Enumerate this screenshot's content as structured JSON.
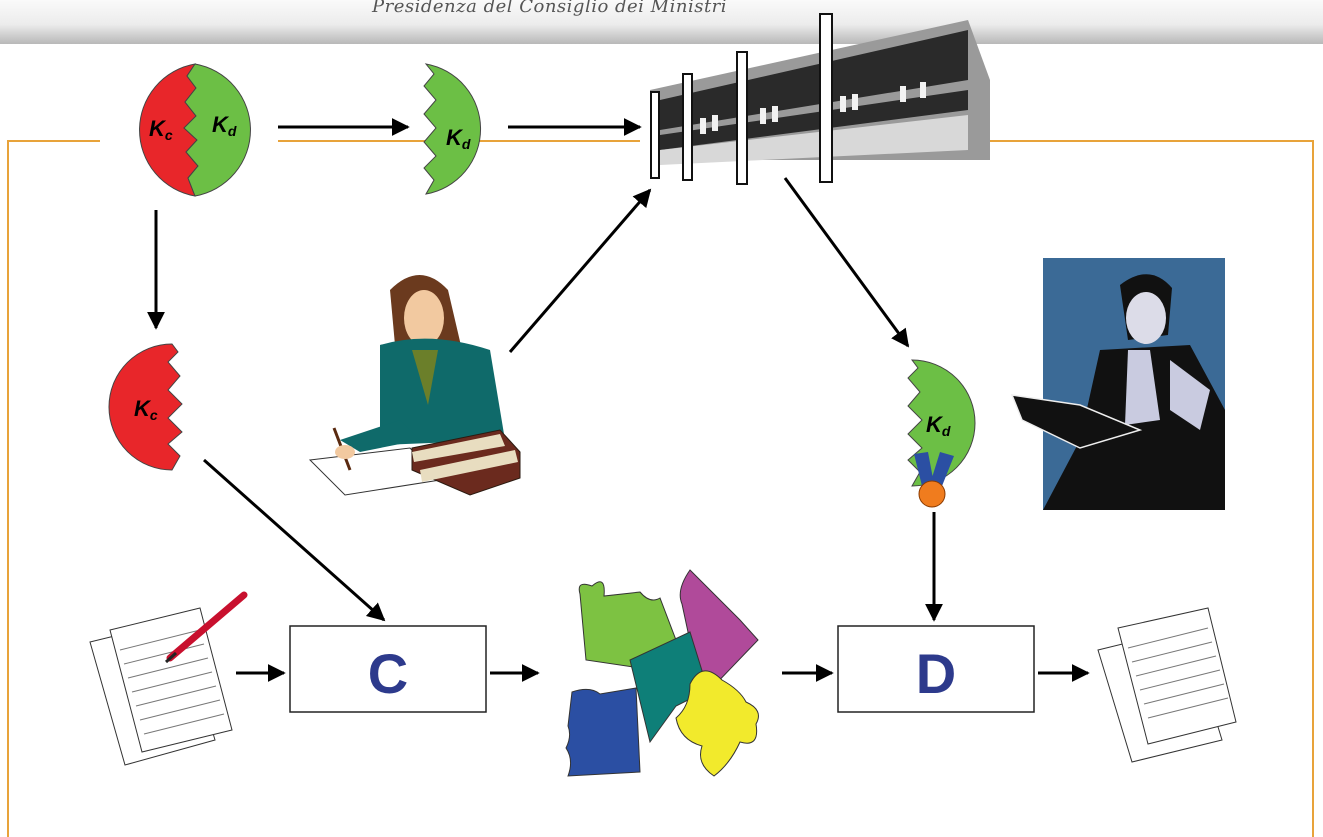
{
  "header": {
    "title": "Presidenza del Consiglio dei Ministri"
  },
  "keys": {
    "combined": {
      "left": "K",
      "left_sub": "c",
      "right": "K",
      "right_sub": "d"
    },
    "public_top": {
      "main": "K",
      "sub": "d"
    },
    "private": {
      "main": "K",
      "sub": "c"
    },
    "certified": {
      "main": "K",
      "sub": "d"
    }
  },
  "boxes": {
    "encrypt": "C",
    "decrypt": "D"
  },
  "icons": {
    "building": "registry-building-icon",
    "sender": "woman-writing-icon",
    "receiver": "man-reading-icon",
    "document_in": "document-pen-icon",
    "document_out": "document-icon",
    "puzzle": "puzzle-pieces-icon",
    "medal": "certificate-ribbon-icon"
  },
  "colors": {
    "private_key": "#e8262a",
    "public_key": "#6cbf45",
    "frame": "#e8a33a",
    "box_letter": "#2d3a8c",
    "puzzle_green": "#7dc242",
    "puzzle_purple": "#b04a9a",
    "puzzle_teal": "#0e7f78",
    "puzzle_blue": "#2b4fa3",
    "puzzle_yellow": "#f2ea2c"
  }
}
